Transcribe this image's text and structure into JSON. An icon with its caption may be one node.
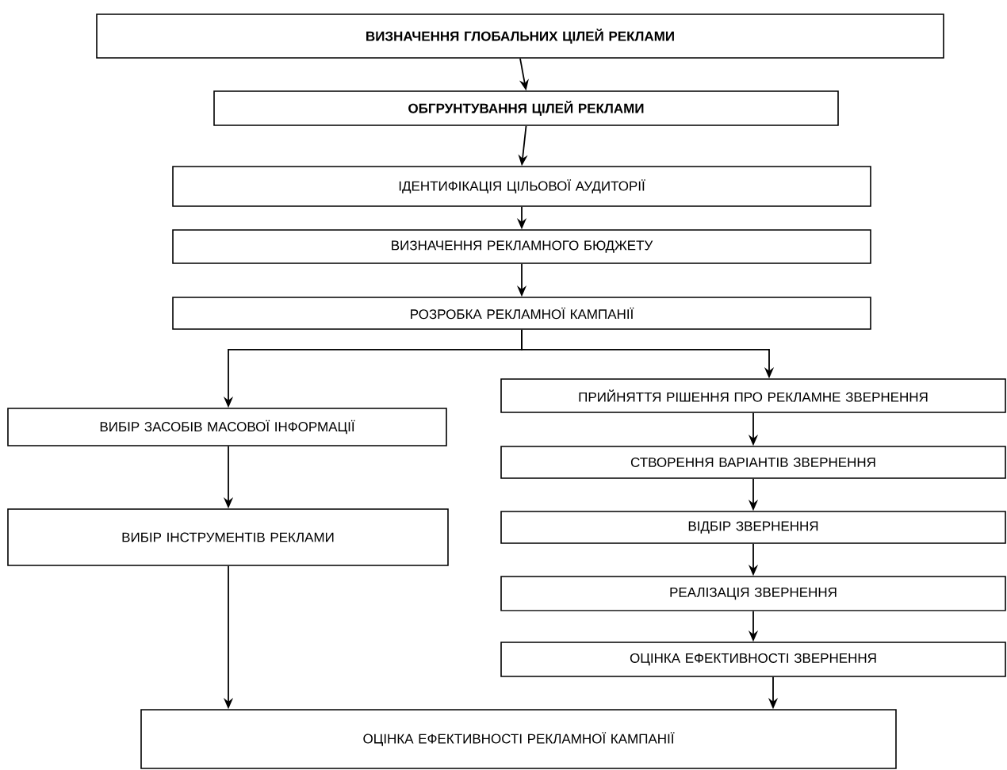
{
  "diagram": {
    "nodes": [
      {
        "text": [
          "ВИЗНАЧЕННЯ ГЛОБАЛЬНИХ ЦІЛЕЙ РЕКЛАМИ"
        ]
      },
      {
        "text": [
          "ОБГРУНТУВАННЯ ЦІЛЕЙ РЕКЛАМИ"
        ]
      },
      {
        "text": [
          "ІДЕНТИФІКАЦІЯ ЦІЛЬОВОЇ АУДИТОРІЇ"
        ]
      },
      {
        "text": [
          "ВИЗНАЧЕННЯ РЕКЛАМНОГО БЮДЖЕТУ"
        ]
      },
      {
        "text": [
          "РОЗРОБКА РЕКЛАМНОЇ КАМПАНІЇ"
        ]
      },
      {
        "text": [
          "ВИБІР ЗАСОБІВ МАСОВОЇ ІНФОРМАЦІЇ"
        ]
      },
      {
        "text": [
          "ВИБІР ІНСТРУМЕНТІВ РЕКЛАМИ"
        ]
      },
      {
        "text": [
          "ПРИЙНЯТТЯ РІШЕННЯ ПРО РЕКЛАМНЕ ЗВЕРНЕННЯ"
        ]
      },
      {
        "text": [
          "СТВОРЕННЯ ВАРІАНТІВ ЗВЕРНЕННЯ"
        ]
      },
      {
        "text": [
          "ВІДБІР ЗВЕРНЕННЯ"
        ]
      },
      {
        "text": [
          "РЕАЛІЗАЦІЯ ЗВЕРНЕННЯ"
        ]
      },
      {
        "text": [
          "ОЦІНКА ЕФЕКТИВНОСТІ ЗВЕРНЕННЯ"
        ]
      },
      {
        "text": [
          "ОЦІНКА ЕФЕКТИВНОСТІ РЕКЛАМНОЇ КАМПАНІЇ"
        ]
      }
    ],
    "edges": [
      {
        "from": 0,
        "to": 1,
        "arrow": "to"
      },
      {
        "from": 1,
        "to": 2,
        "arrow": "to"
      },
      {
        "from": 2,
        "to": 3,
        "arrow": "to"
      },
      {
        "from": 3,
        "to": 4,
        "arrow": "to"
      },
      {
        "from": 4,
        "to": 5,
        "arrow": "to"
      },
      {
        "from": 4,
        "to": 7,
        "arrow": "to"
      },
      {
        "from": 5,
        "to": 6,
        "arrow": "to"
      },
      {
        "from": 7,
        "to": 8,
        "arrow": "to"
      },
      {
        "from": 8,
        "to": 9,
        "arrow": "to"
      },
      {
        "from": 9,
        "to": 10,
        "arrow": "to"
      },
      {
        "from": 10,
        "to": 11,
        "arrow": "to"
      },
      {
        "from": 6,
        "to": 12,
        "arrow": "to"
      },
      {
        "from": 11,
        "to": 12,
        "arrow": "to"
      }
    ]
  }
}
